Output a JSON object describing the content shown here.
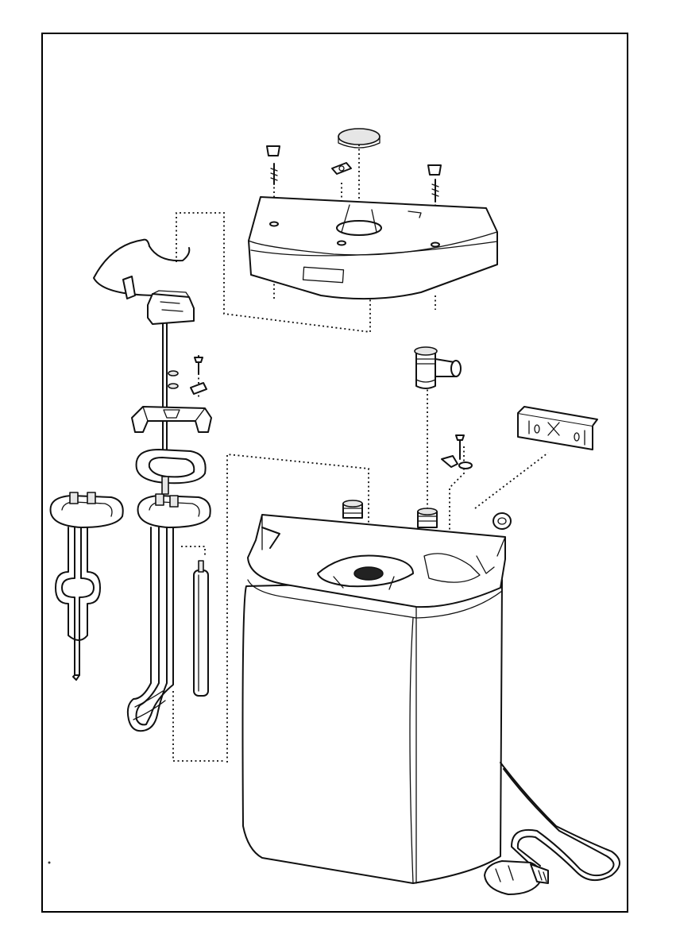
{
  "figure": {
    "type": "exploded-assembly-drawing",
    "subject": "water heater",
    "colors": {
      "line": "#111111",
      "background": "#ffffff",
      "frame": "#000000"
    },
    "icons": [
      "tank-body",
      "top-cover",
      "cover-plug",
      "heating-element",
      "anode-rod",
      "thermostat",
      "gasket",
      "bracket",
      "t-valve",
      "wall-bracket",
      "power-plug",
      "power-cord",
      "screw",
      "grommet"
    ]
  }
}
